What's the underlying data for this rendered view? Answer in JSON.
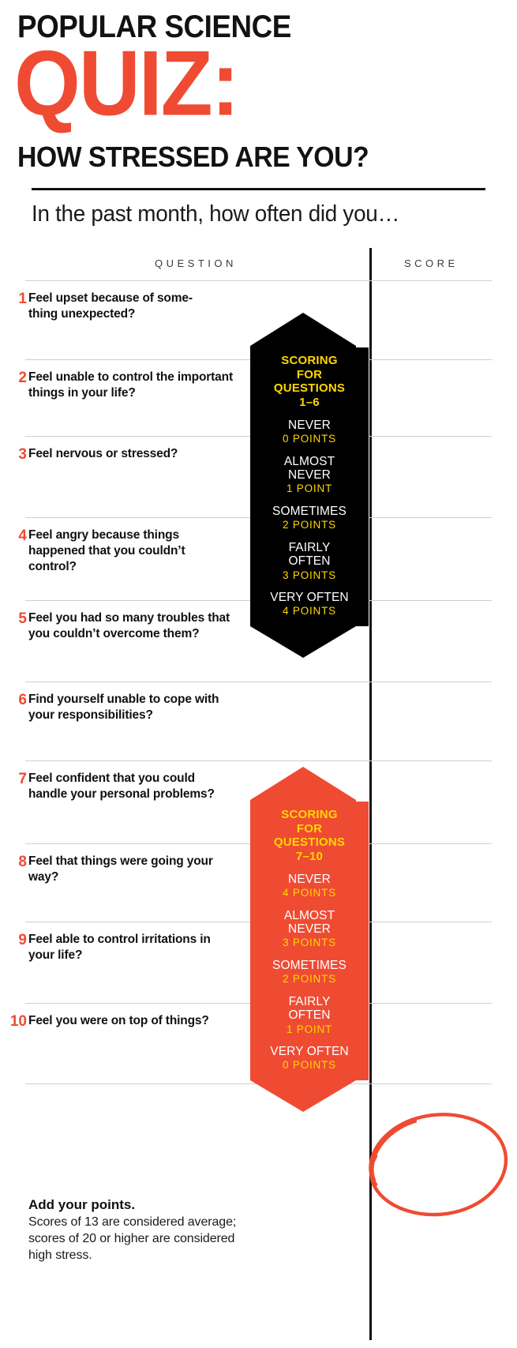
{
  "header": {
    "kicker": "POPULAR SCIENCE",
    "title": "QUIZ:",
    "headline": "HOW STRESSED ARE YOU?",
    "subhead": "In the past month, how often did you…"
  },
  "columns": {
    "question": "QUESTION",
    "score": "SCORE"
  },
  "questions": [
    {
      "num": "1",
      "text": "Feel upset because of some-thing unexpected?"
    },
    {
      "num": "2",
      "text": "Feel unable to control the important things in your life?"
    },
    {
      "num": "3",
      "text": "Feel nervous or stressed?"
    },
    {
      "num": "4",
      "text": "Feel angry because things happened that you couldn’t control?"
    },
    {
      "num": "5",
      "text": "Feel you had so many troubles that you couldn’t overcome them?"
    },
    {
      "num": "6",
      "text": "Find yourself unable to cope with your responsibilities?"
    },
    {
      "num": "7",
      "text": "Feel confident that you could handle your personal problems?"
    },
    {
      "num": "8",
      "text": "Feel that things were going your way?"
    },
    {
      "num": "9",
      "text": "Feel able to control irritations in your life?"
    },
    {
      "num": "10",
      "text": "Feel you were on top of things?"
    }
  ],
  "scoring_black": {
    "title": "SCORING FOR QUESTIONS 1–6",
    "color": "#000000",
    "accent": "#ffd700",
    "options": [
      {
        "label": "NEVER",
        "points": "0 POINTS"
      },
      {
        "label": "ALMOST NEVER",
        "points": "1 POINT"
      },
      {
        "label": "SOMETIMES",
        "points": "2 POINTS"
      },
      {
        "label": "FAIRLY OFTEN",
        "points": "3 POINTS"
      },
      {
        "label": "VERY OFTEN",
        "points": "4 POINTS"
      }
    ]
  },
  "scoring_orange": {
    "title": "SCORING FOR QUESTIONS 7–10",
    "color": "#ef4b33",
    "accent": "#ffd700",
    "options": [
      {
        "label": "NEVER",
        "points": "4 POINTS"
      },
      {
        "label": "ALMOST NEVER",
        "points": "3 POINTS"
      },
      {
        "label": "SOMETIMES",
        "points": "2 POINTS"
      },
      {
        "label": "FAIRLY OFTEN",
        "points": "1 POINT"
      },
      {
        "label": "VERY OFTEN",
        "points": "0 POINTS"
      }
    ]
  },
  "footer": {
    "title": "Add your points.",
    "body": "Scores of 13 are considered average; scores of 20 or higher are considered high stress."
  },
  "colors": {
    "brand_orange": "#ef4b33",
    "accent_yellow": "#ffd700",
    "ink": "#111111",
    "rule": "#cfcfcf"
  }
}
